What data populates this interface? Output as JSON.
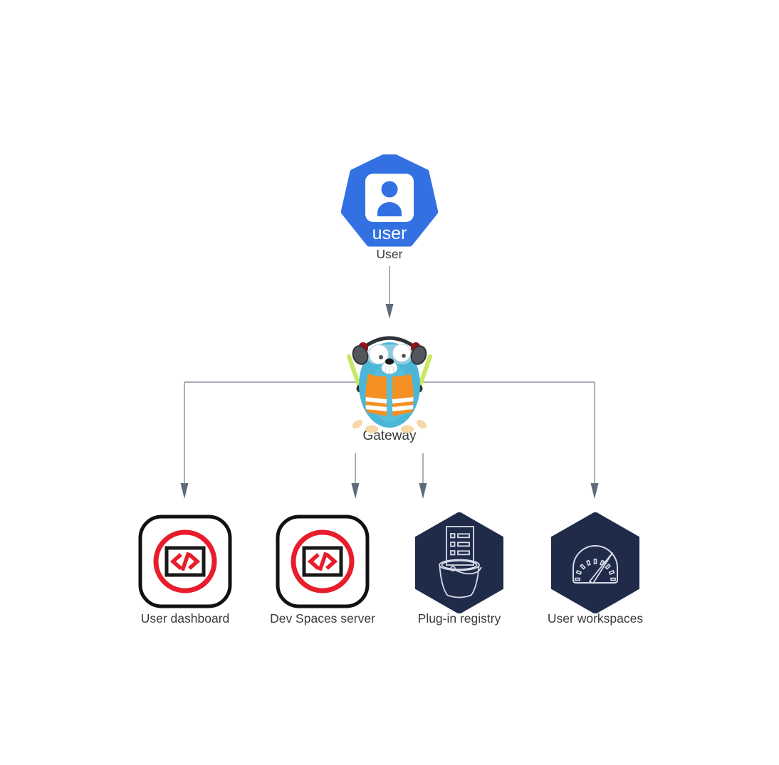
{
  "nodes": {
    "user": {
      "label": "User",
      "badge": "user"
    },
    "gateway": {
      "label": "Gateway"
    },
    "dashboard": {
      "label": "User dashboard"
    },
    "server": {
      "label": "Dev Spaces server"
    },
    "registry": {
      "label": "Plug-in registry"
    },
    "workspaces": {
      "label": "User workspaces"
    }
  },
  "colors": {
    "user_node_blue": "#3371e3",
    "che_red": "#e81d2c",
    "hexagon_navy": "#1f2b49",
    "hexagon_line_art": "#d6dce8",
    "connector_line": "#98a2ac",
    "connector_arrowhead": "#5d6a79",
    "label_text": "#3b3b3b",
    "gopher_body_teal": "#4cb6d6",
    "vest_orange": "#f49122",
    "glow_stick_green": "#c8e95f"
  }
}
